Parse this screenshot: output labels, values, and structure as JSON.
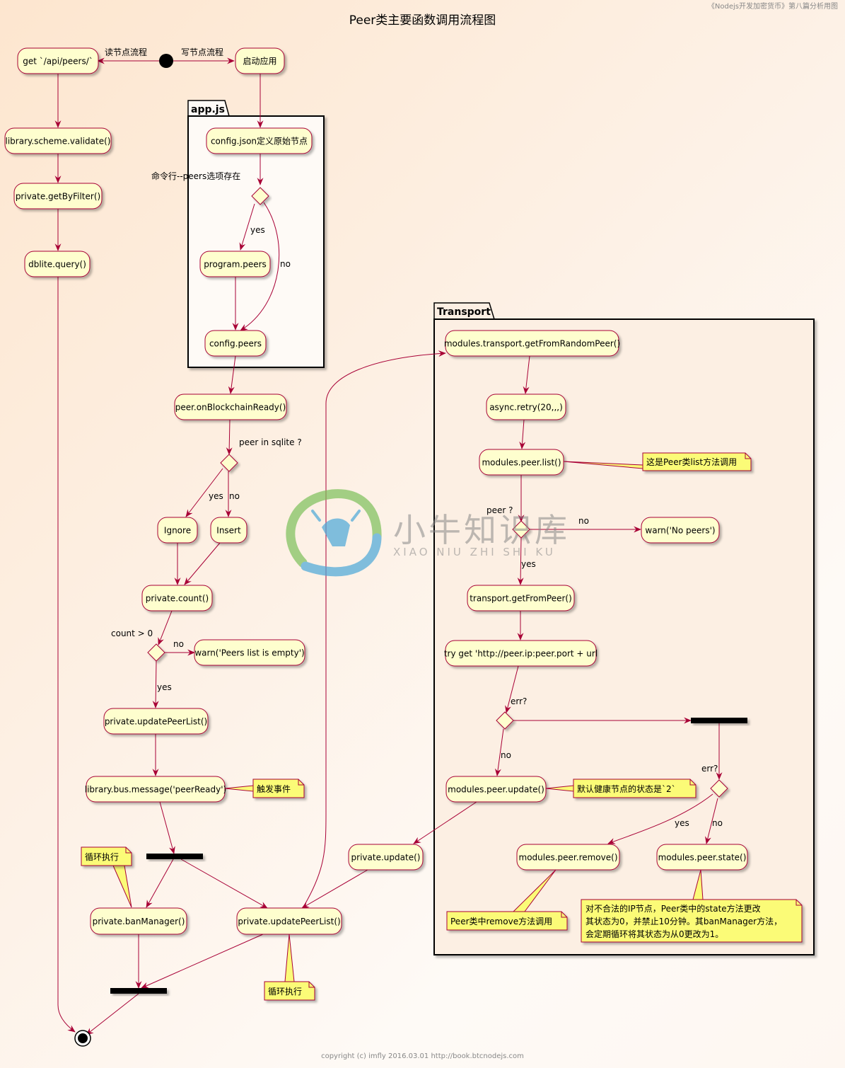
{
  "header_ref": "《Nodejs开发加密货币》第八篇分析用图",
  "title": "Peer类主要函数调用流程图",
  "footer": "copyright (c) imfly 2016.03.01 http://book.btcnodejs.com",
  "watermark": {
    "cn": "小牛知识库",
    "en": "XIAO NIU ZHI SHI KU"
  },
  "packages": {
    "app": "app.js",
    "transport": "Transport"
  },
  "activities": {
    "get_api_peers": "get `/api/peers/`",
    "start_app": "启动应用",
    "scheme_validate": "library.scheme.validate()",
    "get_by_filter": "private.getByFilter()",
    "dblite_query": "dblite.query()",
    "config_json": "config.json定义原始节点",
    "program_peers": "program.peers",
    "config_peers": "config.peers",
    "on_blockchain_ready": "peer.onBlockchainReady()",
    "ignore": "Ignore",
    "insert": "Insert",
    "private_count": "private.count()",
    "warn_empty": "warn('Peers list is empty')",
    "update_peer_list_1": "private.updatePeerList()",
    "bus_message": "library.bus.message('peerReady')",
    "ban_manager": "private.banManager()",
    "update_peer_list_2": "private.updatePeerList()",
    "private_update": "private.update()",
    "get_from_random_peer": "modules.transport.getFromRandomPeer()",
    "async_retry": "async.retry(20,,,)",
    "peer_list": "modules.peer.list()",
    "warn_no_peers": "warn('No peers')",
    "get_from_peer": "transport.getFromPeer()",
    "try_get": "try get 'http://peer.ip:peer.port + url",
    "peer_update": "modules.peer.update()",
    "peer_remove": "modules.peer.remove()",
    "peer_state": "modules.peer.state()"
  },
  "notes": {
    "peer_list_note": "这是Peer类list方法调用",
    "trigger_event": "触发事件",
    "loop_1": "循环执行",
    "loop_2": "循环执行",
    "default_state": "默认健康节点的状态是`2`",
    "remove_note": "Peer类中remove方法调用",
    "state_note_lines": [
      "对不合法的IP节点，Peer类中的state方法更改",
      "其状态为0，并禁止10分钟。其banManager方法，",
      "会定期循环将其状态为从0更改为1。"
    ]
  },
  "labels": {
    "read_flow": "读节点流程",
    "write_flow": "写节点流程",
    "cmd_peers": "命令行--peers选项存在",
    "yes1": "yes",
    "no1": "no",
    "peer_in_sqlite": "peer in sqlite ?",
    "yes2": "yes",
    "no2": "no",
    "count_gt_0": "count > 0",
    "no3": "no",
    "yes3": "yes",
    "peer_q": "peer ?",
    "no4": "no",
    "yes4": "yes",
    "err1": "err?",
    "no5": "no",
    "err2": "err?",
    "yes6": "yes",
    "no6": "no"
  },
  "colors": {
    "activity_fill": "#fefece",
    "activity_border": "#a80036",
    "arrow": "#a80036",
    "note_fill": "#fbfb77",
    "note_border": "#a80036",
    "package_border": "#000000",
    "bar": "#000000"
  }
}
